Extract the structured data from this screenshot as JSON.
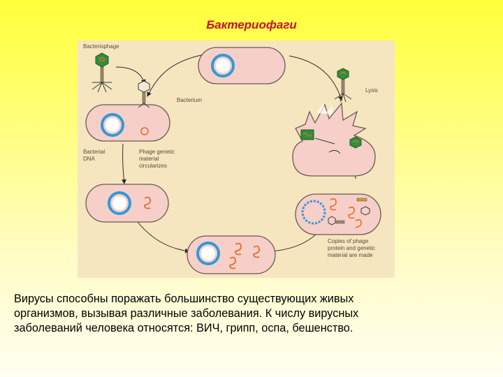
{
  "title": "Бактериофаги",
  "diagram": {
    "labels": {
      "bacteriophage": "Bacteriophage",
      "bacterium": "Bacterium",
      "lysis": "Lysis",
      "bacterial_dna": [
        "Bacterial",
        "DNA"
      ],
      "phage_material": [
        "Phage genetic",
        "material",
        "circularizes"
      ],
      "copies": [
        "Copies of phage",
        "protein and genetic",
        "material are made"
      ]
    }
  },
  "body_text": [
    "Вирусы способны поражать большинство существующих живых",
    "организмов, вызывая различные заболевания. К числу вирусных",
    "заболеваний человека относятся: ВИЧ, грипп, оспа, бешенство."
  ],
  "colors": {
    "title": "#c8102e",
    "cell_fill": "#f6cfc8",
    "cell_stroke": "#6a5a52",
    "dna_ring": "#2f9ad9",
    "phage_dna": "#e86a2a",
    "phage_head": "#2f8f3a"
  }
}
